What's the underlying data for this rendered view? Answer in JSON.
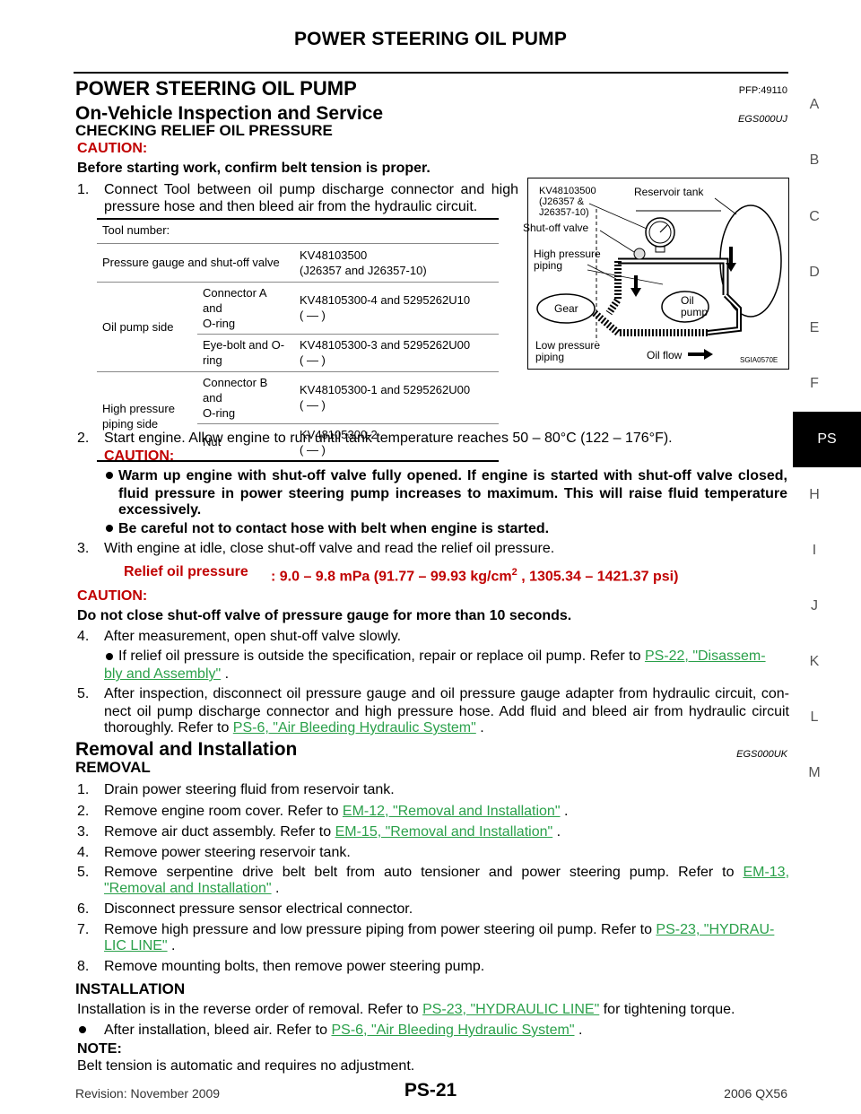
{
  "header": {
    "title": "POWER STEERING OIL PUMP"
  },
  "side_tabs": [
    "A",
    "B",
    "C",
    "D",
    "E",
    "F",
    "PS",
    "H",
    "I",
    "J",
    "K",
    "L",
    "M"
  ],
  "section": {
    "title": "POWER STEERING OIL PUMP",
    "code": "PFP:49110"
  },
  "inspection": {
    "title": "On-Vehicle Inspection and Service",
    "code": "EGS000UJ",
    "subtitle": "CHECKING RELIEF OIL PRESSURE",
    "caution1_label": "CAUTION:",
    "caution1_text": "Before starting work, confirm belt tension is proper.",
    "step1_num": "1.",
    "step1_line1": "Connect Tool between oil pump discharge connector and high",
    "step1_line2": "pressure hose and then bleed air from the hydraulic circuit.",
    "tool_table": {
      "header": "Tool number:",
      "rows": [
        {
          "a": "Pressure gauge and shut-off valve",
          "c": "KV48103500",
          "c2": "(J26357 and J26357-10)"
        },
        {
          "a": "Oil pump side",
          "b1": "Connector A and",
          "b2": "O-ring",
          "c": "KV48105300-4 and 5295262U10",
          "c2": "(      —      )"
        },
        {
          "b1": "Eye-bolt and O-ring",
          "c": "KV48105300-3 and 5295262U00",
          "c2": "(      —      )"
        },
        {
          "a": "High pressure",
          "a2": "piping side",
          "b1": "Connector B and",
          "b2": "O-ring",
          "c": "KV48105300-1 and 5295262U00",
          "c2": "(      —      )"
        },
        {
          "b1": "Nut",
          "c": "KV48105300-2",
          "c2": "(      —      )"
        }
      ]
    },
    "figure": {
      "labels": {
        "kv1": "KV48103500",
        "kv2": "(J26357 &",
        "kv3": "J26357-10)",
        "reservoir": "Reservoir tank",
        "shutoff": "Shut-off valve",
        "high1": "High pressure",
        "high2": "piping",
        "gear": "Gear",
        "oil1": "Oil",
        "oil2": "pump",
        "low1": "Low pressure",
        "low2": "piping",
        "flow": "Oil flow",
        "code": "SGIA0570E"
      }
    },
    "step2_num": "2.",
    "step2_text": "Start engine. Allow engine to run until tank temperature reaches 50 – 80°C (122 – 176°F).",
    "caution2_label": "CAUTION:",
    "caution2_b1_l1": "Warm up engine with shut-off valve fully opened. If engine is started with shut-off valve closed,",
    "caution2_b1_l2": "fluid pressure in power steering pump increases to maximum. This will raise fluid temperature",
    "caution2_b1_l3": "excessively.",
    "caution2_b2": "Be careful not to contact hose with belt when engine is started.",
    "step3_num": "3.",
    "step3_text": "With engine at idle, close shut-off valve and read the relief oil pressure.",
    "relief_label": "Relief oil pressure",
    "relief_value_a": ": 9.0 – 9.8 mPa (91.77 – 99.93 kg/cm",
    "relief_sup": "2",
    "relief_value_b": " , 1305.34 – 1421.37 psi)",
    "caution3_label": "CAUTION:",
    "caution3_text": "Do not close shut-off valve of pressure gauge for more than 10 seconds.",
    "step4_num": "4.",
    "step4_text": "After measurement, open shut-off valve slowly.",
    "step4_b1": "If relief oil pressure is outside the specification, repair or replace oil pump. Refer to",
    "step4_link_a": "PS-22, \"Disassem-",
    "step4_link_b": "bly and Assembly\"",
    "step4_tail": " .",
    "step5_num": "5.",
    "step5_l1": "After inspection, disconnect oil pressure gauge and oil pressure gauge adapter from hydraulic circuit, con-",
    "step5_l2": "nect oil pump discharge connector and high pressure hose. Add fluid and bleed air from hydraulic circuit",
    "step5_l3": "thoroughly. Refer to",
    "step5_link": "PS-6, \"Air Bleeding Hydraulic System\"",
    "step5_tail": " ."
  },
  "removal": {
    "title": "Removal and Installation",
    "code": "EGS000UK",
    "subtitle": "REMOVAL",
    "steps": [
      {
        "num": "1.",
        "text": "Drain power steering fluid from reservoir tank."
      },
      {
        "num": "2.",
        "text": "Remove engine room cover. Refer to",
        "link": "EM-12, \"Removal and Installation\"",
        "tail": " ."
      },
      {
        "num": "3.",
        "text": "Remove air duct assembly. Refer to",
        "link": "EM-15, \"Removal and Installation\"",
        "tail": " ."
      },
      {
        "num": "4.",
        "text": "Remove power steering reservoir tank."
      },
      {
        "num": "5.",
        "text": "Remove serpentine drive belt belt from auto tensioner and power steering pump. Refer to",
        "link": "EM-13,",
        "link2": "\"Removal and Installation\"",
        "tail": " ."
      },
      {
        "num": "6.",
        "text": "Disconnect pressure sensor electrical connector."
      },
      {
        "num": "7.",
        "text": "Remove high pressure and low pressure piping from power steering oil pump. Refer to",
        "link": "PS-23, \"HYDRAU-",
        "link2": "LIC LINE\"",
        "tail": " ."
      },
      {
        "num": "8.",
        "text": "Remove mounting bolts, then remove power steering pump."
      }
    ]
  },
  "installation": {
    "subtitle": "INSTALLATION",
    "text": "Installation is in the reverse order of removal. Refer to",
    "link": "PS-23, \"HYDRAULIC LINE\"",
    "tail": " for tightening torque.",
    "bullet": "After installation, bleed air. Refer to",
    "bullet_link": "PS-6, \"Air Bleeding Hydraulic System\"",
    "bullet_tail": " .",
    "note_label": "NOTE:",
    "note_text": "Belt tension is automatic and requires no adjustment."
  },
  "footer": {
    "revision": "Revision: November 2009",
    "page": "PS-21",
    "model": "2006 QX56"
  }
}
